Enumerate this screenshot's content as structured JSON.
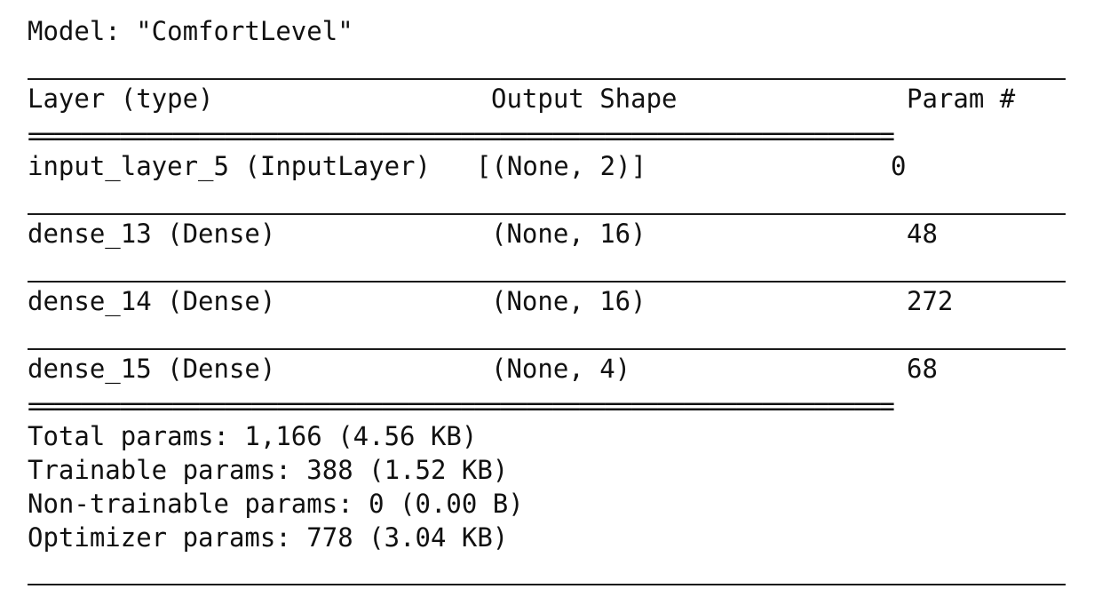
{
  "model_title": "Model: \"ComfortLevel\"",
  "header": {
    "layer": "Layer (type)",
    "output_shape": "Output Shape",
    "params": "Param #"
  },
  "rows": [
    {
      "layer": "input_layer_5 (InputLayer)",
      "output_shape": "[(None, 2)]",
      "params": "0"
    },
    {
      "layer": "dense_13 (Dense)",
      "output_shape": "(None, 16)",
      "params": "48"
    },
    {
      "layer": "dense_14 (Dense)",
      "output_shape": "(None, 16)",
      "params": "272"
    },
    {
      "layer": "dense_15 (Dense)",
      "output_shape": "(None, 4)",
      "params": "68"
    }
  ],
  "separator": "==================================================================",
  "summary": {
    "total": "Total params: 1,166 (4.56 KB)",
    "trainable": "Trainable params: 388 (1.52 KB)",
    "non_trainable": "Non-trainable params: 0 (0.00 B)",
    "optimizer": "Optimizer params: 778 (3.04 KB)"
  }
}
